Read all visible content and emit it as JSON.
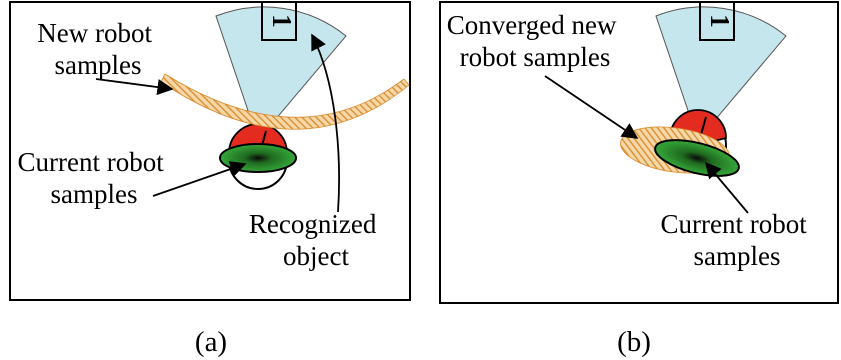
{
  "panel_a": {
    "label_new_samples": [
      "New robot",
      "samples"
    ],
    "label_current_samples": [
      "Current robot",
      "samples"
    ],
    "label_recognized_object": [
      "Recognized",
      "object"
    ],
    "object_marker": "1",
    "caption": "(a)"
  },
  "panel_b": {
    "label_converged_samples": [
      "Converged new",
      "robot samples"
    ],
    "label_current_samples": [
      "Current robot",
      "samples"
    ],
    "object_marker": "1",
    "caption": "(b)"
  },
  "colors": {
    "field_of_view": "#c6e6ee",
    "robot_red": "#e32b20",
    "samples_green": "#2f9a2f",
    "samples_hatch": "#e39a3a",
    "stroke": "#000000"
  }
}
